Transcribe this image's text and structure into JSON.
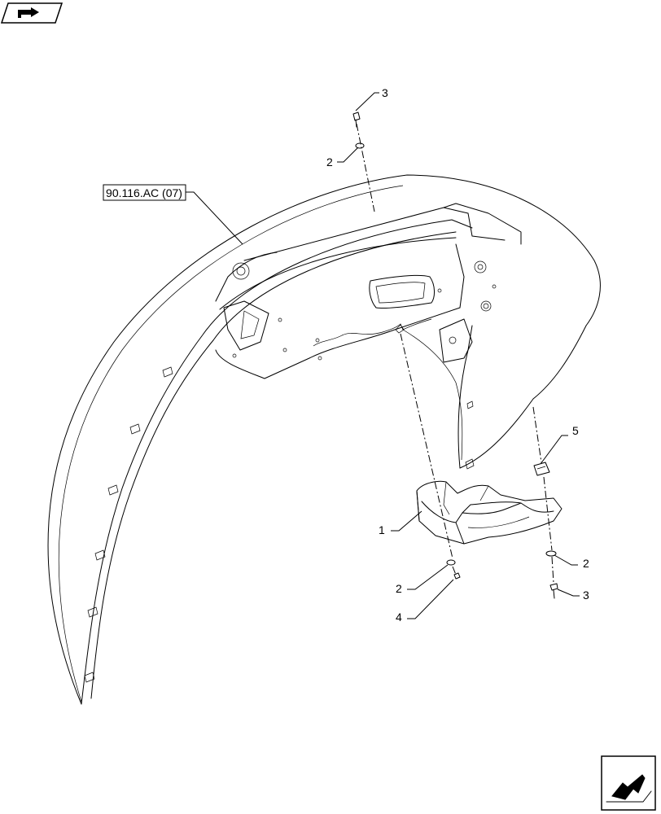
{
  "reference_label": "90.116.AC (07)",
  "callouts": [
    {
      "id": "c3-top",
      "text": "3"
    },
    {
      "id": "c2-top",
      "text": "2"
    },
    {
      "id": "c5",
      "text": "5"
    },
    {
      "id": "c1",
      "text": "1"
    },
    {
      "id": "c2-right",
      "text": "2"
    },
    {
      "id": "c2-left",
      "text": "2"
    },
    {
      "id": "c3-right",
      "text": "3"
    },
    {
      "id": "c4",
      "text": "4"
    }
  ],
  "icons": {
    "top_left": "forward-view-icon",
    "bottom_right": "next-page-arrow-icon"
  }
}
